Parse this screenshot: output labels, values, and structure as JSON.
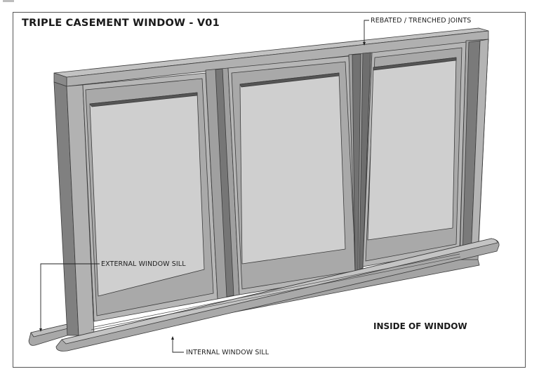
{
  "drawing": {
    "title": "TRIPLE CASEMENT WINDOW - V01",
    "view_note": "INSIDE OF WINDOW",
    "callouts": [
      {
        "id": "rebated",
        "label": "REBATED / TRENCHED JOINTS"
      },
      {
        "id": "external",
        "label": "EXTERNAL WINDOW SILL"
      },
      {
        "id": "internal",
        "label": "INTERNAL WINDOW SILL"
      }
    ],
    "panes": 3,
    "colors": {
      "frame_light": "#b4b4b4",
      "frame_mid": "#a2a2a2",
      "frame_dark": "#7e7e7e",
      "frame_top": "#bcbcbc",
      "glass": "#cfcfcf",
      "outline": "#3a3a3a",
      "border": "#555555"
    }
  }
}
